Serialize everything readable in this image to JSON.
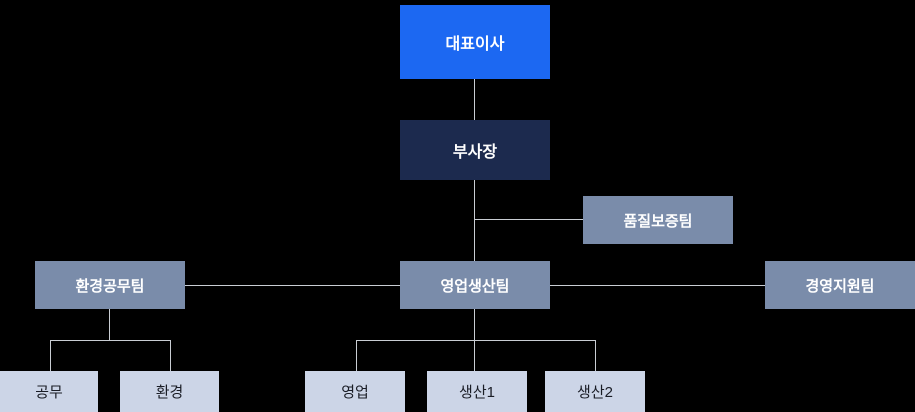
{
  "canvas": {
    "background": "#000000"
  },
  "org_chart": {
    "colors": {
      "canvas_bg": "#000000",
      "primary": "#1C68F2",
      "dark": "#1C2A4E",
      "team": "#7A8CAA",
      "unit": "#CCD5E7",
      "connector": "#C9CDD3",
      "text_light": "#FFFFFF",
      "text_dark": "#1A1D26"
    },
    "nodes": {
      "ceo": {
        "label": "대표이사"
      },
      "vp": {
        "label": "부사장"
      },
      "qa": {
        "label": "품질보증팀"
      },
      "env_works": {
        "label": "환경공무팀"
      },
      "sales_prod": {
        "label": "영업생산팀"
      },
      "mgmt_support": {
        "label": "경영지원팀"
      },
      "works": {
        "label": "공무"
      },
      "environment": {
        "label": "환경"
      },
      "sales": {
        "label": "영업"
      },
      "production1": {
        "label": "생산1"
      },
      "production2": {
        "label": "생산2"
      }
    },
    "hierarchy": [
      {
        "parent": "대표이사",
        "children": [
          "부사장"
        ]
      },
      {
        "parent": "부사장",
        "children": [
          "품질보증팀",
          "환경공무팀",
          "영업생산팀",
          "경영지원팀"
        ]
      },
      {
        "parent": "환경공무팀",
        "children": [
          "공무",
          "환경"
        ]
      },
      {
        "parent": "영업생산팀",
        "children": [
          "영업",
          "생산1",
          "생산2"
        ]
      }
    ]
  }
}
